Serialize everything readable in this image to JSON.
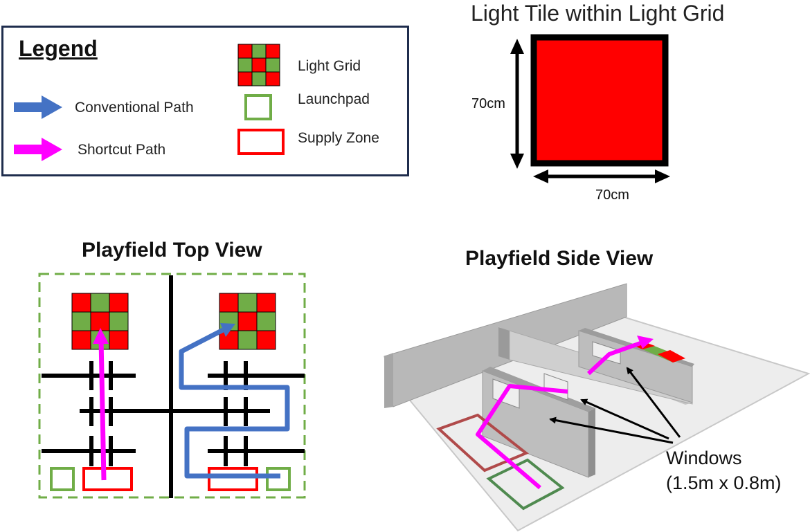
{
  "legend": {
    "title": "Legend",
    "items": [
      {
        "label": "Conventional Path",
        "color": "#4472c4"
      },
      {
        "label": "Shortcut Path",
        "color": "#ff00ff"
      },
      {
        "label": "Light Grid",
        "colors": [
          "#ff0000",
          "#70ad47"
        ]
      },
      {
        "label": "Launchpad",
        "color": "#70ad47"
      },
      {
        "label": "Supply Zone",
        "color": "#ff0000"
      }
    ]
  },
  "light_tile": {
    "title": "Light Tile within Light Grid",
    "height_label": "70cm",
    "width_label": "70cm",
    "fill_color": "#ff0000"
  },
  "top_view": {
    "title": "Playfield Top View",
    "border_color": "#70ad47"
  },
  "side_view": {
    "title": "Playfield Side View",
    "windows_label_line1": "Windows",
    "windows_label_line2": "(1.5m x 0.8m)"
  }
}
